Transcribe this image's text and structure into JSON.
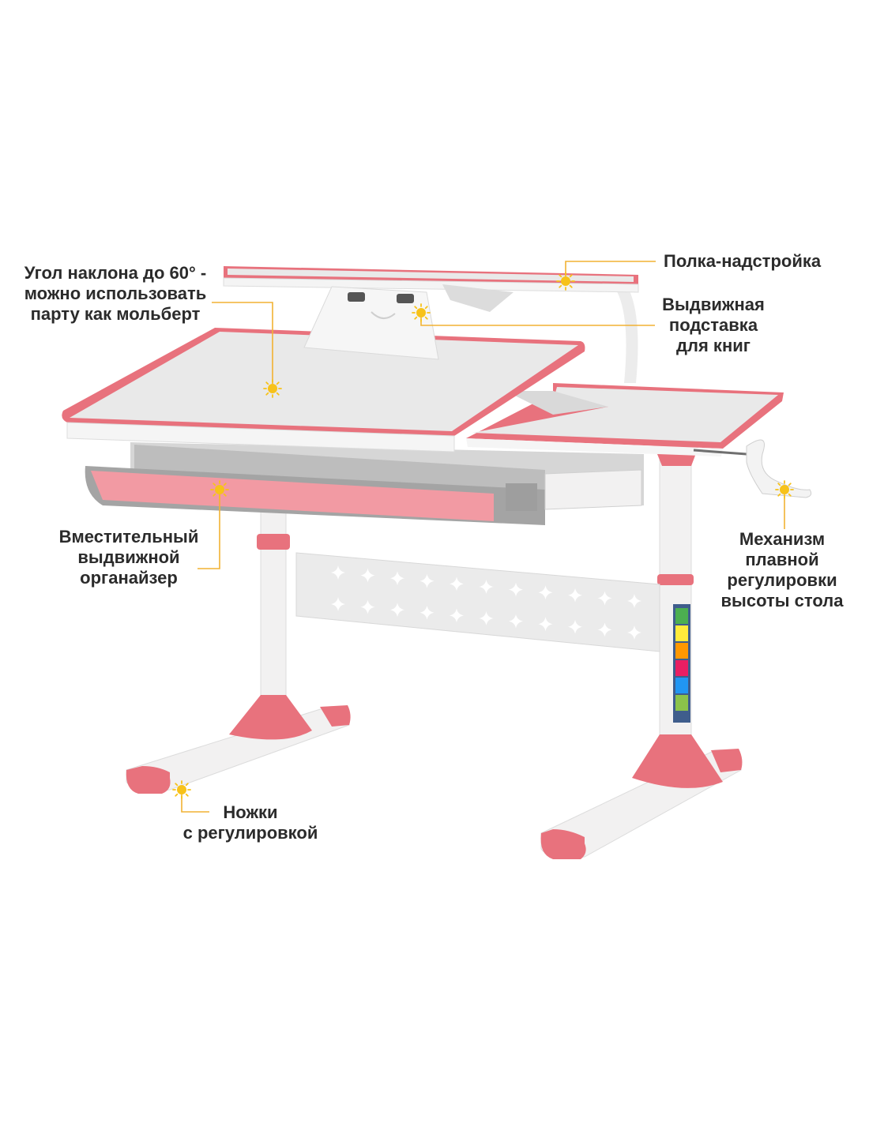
{
  "colors": {
    "accent_pink": "#e8727d",
    "frame_white": "#f2f1f1",
    "desktop_gray": "#e9e9e9",
    "marker_yellow": "#f7c21a",
    "leader_line": "#f2b233",
    "text": "#2b2b2b"
  },
  "callouts": {
    "tilt": "Угол наклона до 60° -\nможно использовать\nпарту как мольберт",
    "shelf": "Полка-надстройка",
    "bookstand": "Выдвижная\nподставка\nдля книг",
    "organizer": "Вместительный\nвыдвижной\nорганайзер",
    "mechanism": "Механизм\nплавной\nрегулировки\nвысоты стола",
    "feet": "Ножки\nс регулировкой"
  },
  "icons": {
    "marker": "sun-marker-icon",
    "crank": "crank-handle-icon",
    "sparkle": "sparkle-cutout-icon"
  }
}
